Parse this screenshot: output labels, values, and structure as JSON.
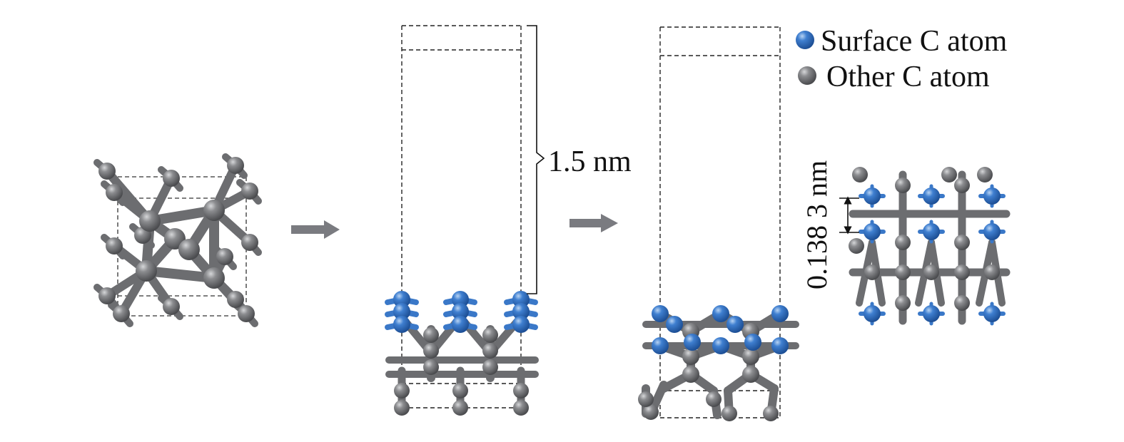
{
  "legend": {
    "items": [
      {
        "label": "Surface C atom",
        "color": "#3a78c8"
      },
      {
        "label": "Other C atom",
        "color": "#6e6f72"
      }
    ]
  },
  "annotations": {
    "height": "1.5 nm",
    "bond_spacing": "0.138 3 nm"
  },
  "colors": {
    "surface": "#3a78c8",
    "other": "#6e6f72",
    "bond": "#6c6d70",
    "arrow": "#7a7b80"
  },
  "icons": [
    "arrow-right-icon",
    "arrow-right-icon",
    "dimension-bracket-icon"
  ]
}
